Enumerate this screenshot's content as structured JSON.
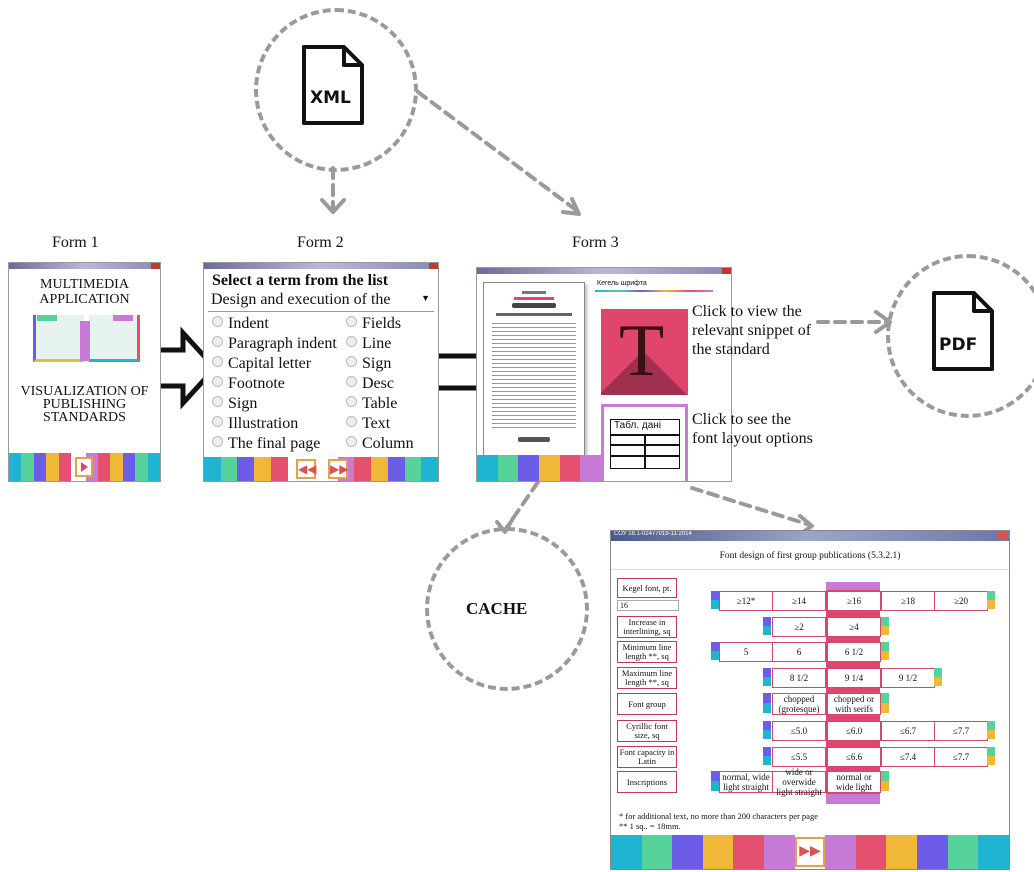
{
  "forms": {
    "form1": {
      "label": "Form 1",
      "title_bar": "Мультимедійний додаток",
      "heading": "MULTIMEDIA APPLICATION",
      "subtitle": "VISUALIZATION OF PUBLISHING STANDARDS"
    },
    "form2": {
      "label": "Form 2",
      "title_bar": "Мультимедійний стандарт",
      "select_label": "Select a term from the list",
      "dropdown_value": "Design and execution of the",
      "terms_left": [
        "Indent",
        "Paragraph indent",
        "Capital letter",
        "Footnote",
        "Sign",
        "Illustration",
        "The final page"
      ],
      "terms_right": [
        "Fields",
        "Line",
        "Sign",
        "Desc",
        "Table",
        "Text",
        "Column"
      ]
    },
    "form3": {
      "label": "Form 3",
      "tab_label": "Кегель шрифта",
      "hint_snippet": "Click to view the relevant snippet of the standard",
      "hint_layout": "Click to see the font layout options",
      "table_icon_text": "Табл. дані",
      "big_letter": "T"
    }
  },
  "nodes": {
    "xml": "XML",
    "pdf": "PDF",
    "cache": "CACHE"
  },
  "table_window": {
    "title_bar": "СОУ 18.1-02477019-11:2014",
    "heading": "Font design of first group publications (5.3.2.1)",
    "input_value": "16",
    "rows": [
      {
        "label": "Kegel font, pt.",
        "cells": [
          "≥12*",
          "≥14",
          "≥16",
          "≥18",
          "≥20"
        ]
      },
      {
        "label": "Increase in interlining, sq",
        "cells": [
          "≥2",
          "≥4"
        ]
      },
      {
        "label": "Minimum line length **, sq",
        "cells": [
          "5",
          "6",
          "6 1/2"
        ]
      },
      {
        "label": "Maximum line length **, sq",
        "cells": [
          "8 1/2",
          "9 1/4",
          "9 1/2"
        ]
      },
      {
        "label": "Font group",
        "cells": [
          "chopped (grotesque)",
          "chopped or with serifs"
        ]
      },
      {
        "label": "Cyrillic font size, sq",
        "cells": [
          "≤5.0",
          "≤6.0",
          "≤6.7",
          "≤7.7"
        ]
      },
      {
        "label": "Font capacity in Latin",
        "cells": [
          "≤5.5",
          "≤6.6",
          "≤7.4",
          "≤7.7"
        ]
      },
      {
        "label": "Inscriptions",
        "cells": [
          "normal, wide light straight",
          "wide or overwide light straight",
          "normal or wide light"
        ]
      }
    ],
    "footnote1": "* for additional text, no more than 200 characters per page",
    "footnote2": "** 1 sq.. = 18mm."
  },
  "colors": {
    "stripes": [
      "#1fb4d2",
      "#57d29a",
      "#6c5ce7",
      "#f0b838",
      "#e4506e",
      "#c77ad6"
    ],
    "accent_pink": "#e0456e",
    "accent_purple": "#c77ad6",
    "circle_border": "#9a9a9a"
  }
}
